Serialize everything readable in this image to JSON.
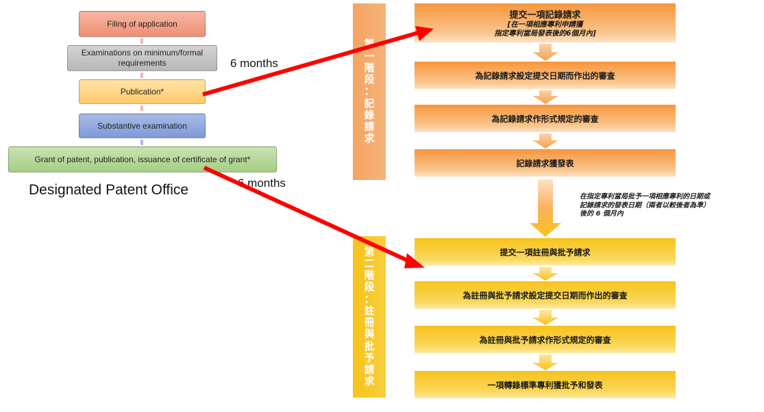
{
  "left_flow": {
    "steps": [
      "Filing of application",
      "Examinations on minimum/formal requirements",
      "Publication*",
      "Substantive examination",
      "Grant of patent, publication, issuance of certificate of grant*"
    ],
    "office_label": "Designated Patent Office",
    "months_1": "6 months",
    "months_2": "6 months"
  },
  "stage1": {
    "label_chars": [
      "第",
      "一",
      "階",
      "段",
      "：",
      "記",
      "錄",
      "請",
      "求"
    ],
    "steps": [
      "提交一項記錄請求",
      "為記錄請求設定提交日期而作出的審查",
      "為記錄請求作形式規定的審查",
      "記錄請求獲發表"
    ],
    "step1_note_line1": "[在一項相應專利申請獲",
    "step1_note_line2": "指定專利當局發表後的6個月內]"
  },
  "transition_note": "在指定專利當局批予一項相應專利的日期或記錄請求的發表日期（兩者以較後者為準）後的 6 個月內",
  "stage2": {
    "label_chars": [
      "第",
      "二",
      "階",
      "段",
      "：",
      "註",
      "冊",
      "與",
      "批",
      "予",
      "請",
      "求"
    ],
    "steps": [
      "提交一項註冊與批予請求",
      "為註冊與批予請求設定提交日期而作出的審查",
      "為註冊與批予請求作形式規定的審查",
      "一項轉錄標準專利獲批予和發表"
    ]
  },
  "colors": {
    "stage1": "#f4a460",
    "stage2": "#f7c21b",
    "connector_arrows": "#ff0000"
  }
}
